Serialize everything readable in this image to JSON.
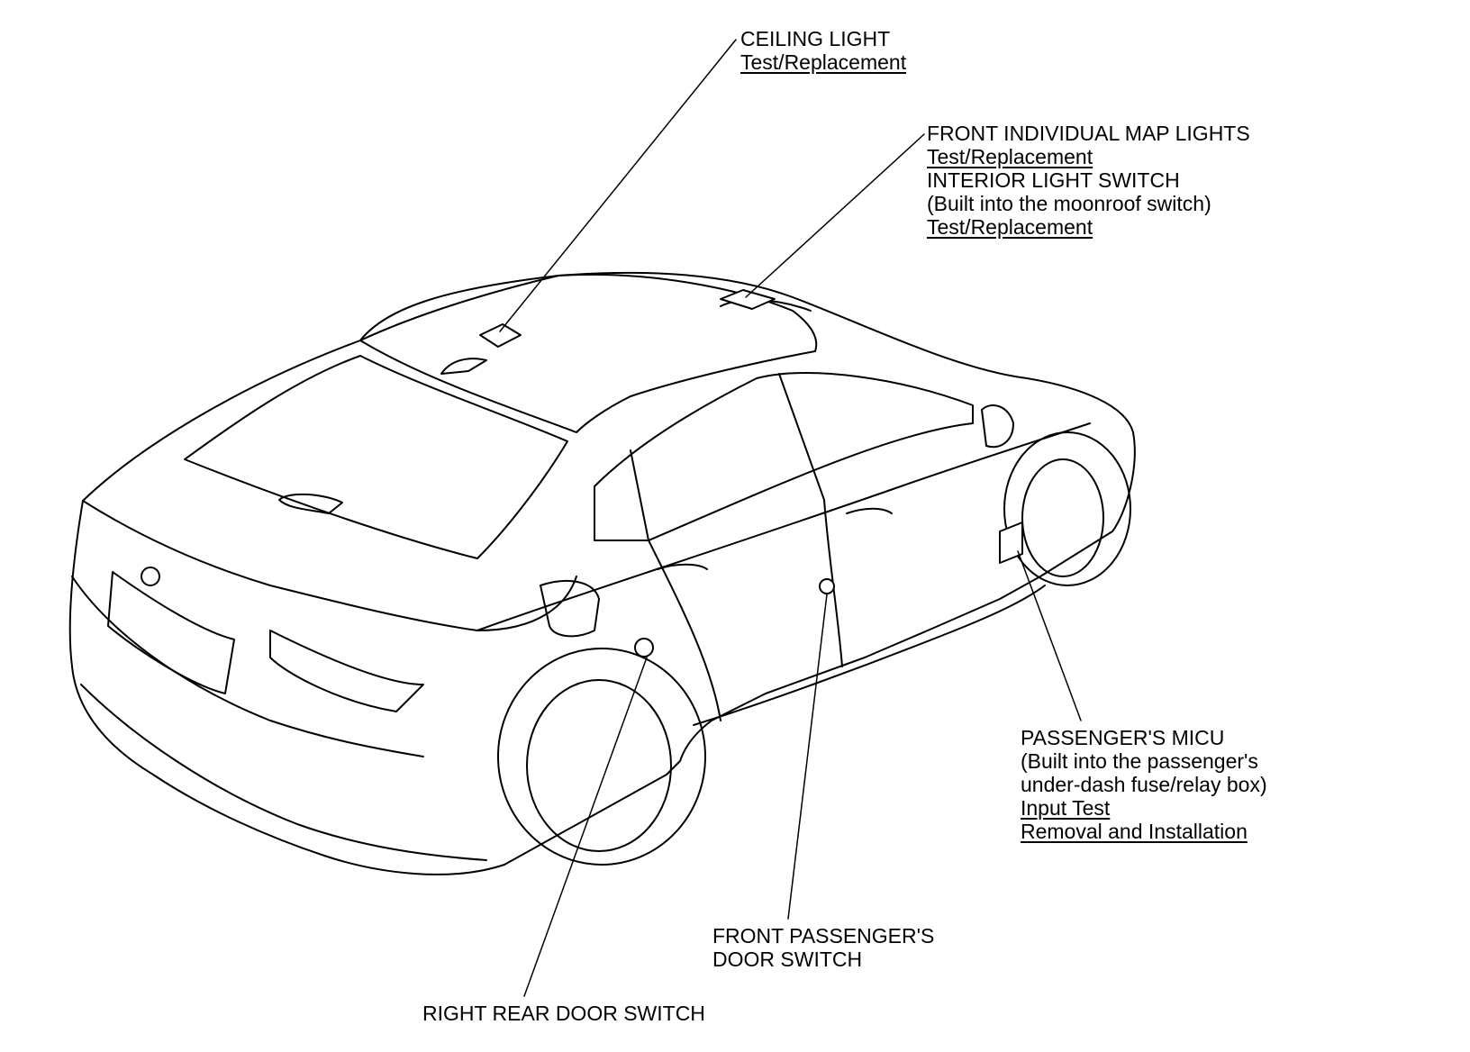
{
  "callouts": {
    "ceiling_light": {
      "title": "CEILING LIGHT",
      "link": "Test/Replacement"
    },
    "map_lights": {
      "title": "FRONT INDIVIDUAL MAP LIGHTS",
      "link1": "Test/Replacement",
      "title2": "INTERIOR LIGHT SWITCH",
      "note": "(Built into the moonroof switch)",
      "link2": "Test/Replacement"
    },
    "micu": {
      "title": "PASSENGER'S MICU",
      "note1": "(Built into the passenger's",
      "note2": "under-dash fuse/relay box)",
      "link1": "Input Test",
      "link2": "Removal and Installation"
    },
    "front_door_switch": {
      "line1": "FRONT PASSENGER'S",
      "line2": "DOOR SWITCH"
    },
    "rear_door_switch": {
      "title": "RIGHT REAR DOOR SWITCH"
    }
  },
  "colors": {
    "ink": "#000000",
    "background": "#ffffff"
  }
}
